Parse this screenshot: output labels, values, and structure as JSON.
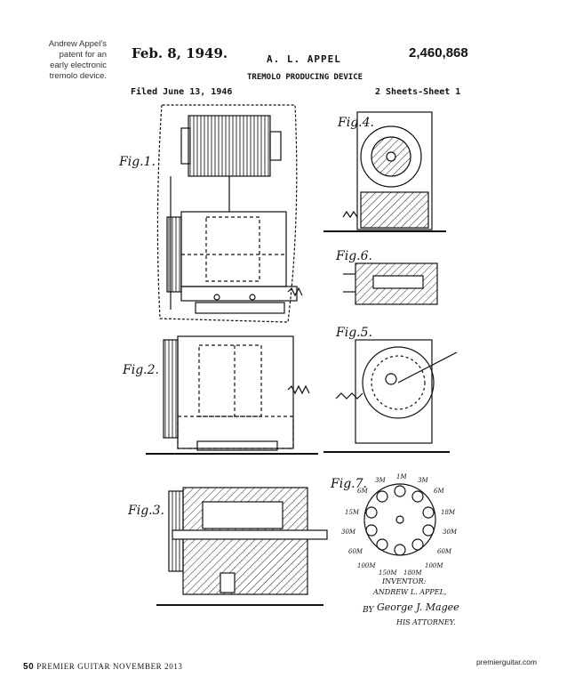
{
  "caption": {
    "lines": [
      "Andrew Appel’s",
      "patent for an",
      "early electronic",
      "tremolo device."
    ]
  },
  "patent": {
    "date": "Feb. 8, 1949.",
    "inventor_header": "A. L. APPEL",
    "number": "2,460,868",
    "device": "TREMOLO PRODUCING DEVICE",
    "filed": "Filed June 13, 1946",
    "sheets": "2 Sheets-Sheet 1",
    "figures": {
      "fig1": "Fig.1.",
      "fig2": "Fig.2.",
      "fig3": "Fig.3.",
      "fig4": "Fig.4.",
      "fig5": "Fig.5.",
      "fig6": "Fig.6.",
      "fig7": "Fig.7."
    },
    "signature": {
      "inventor_label": "INVENTOR:",
      "inventor_name": "ANDREW L. APPEL,",
      "by": "BY",
      "attorney_name": "George J. Magee",
      "attorney_label": "HIS ATTORNEY."
    },
    "fig7_labels": [
      "1M",
      "3M",
      "3M",
      "6M",
      "6M",
      "15M",
      "18M",
      "30M",
      "30M",
      "60M",
      "60M",
      "100M",
      "100M",
      "150M",
      "180M"
    ]
  },
  "footer": {
    "page_number": "50",
    "publication": "PREMIER GUITAR",
    "issue": "NOVEMBER 2013",
    "website": "premierguitar.com"
  }
}
